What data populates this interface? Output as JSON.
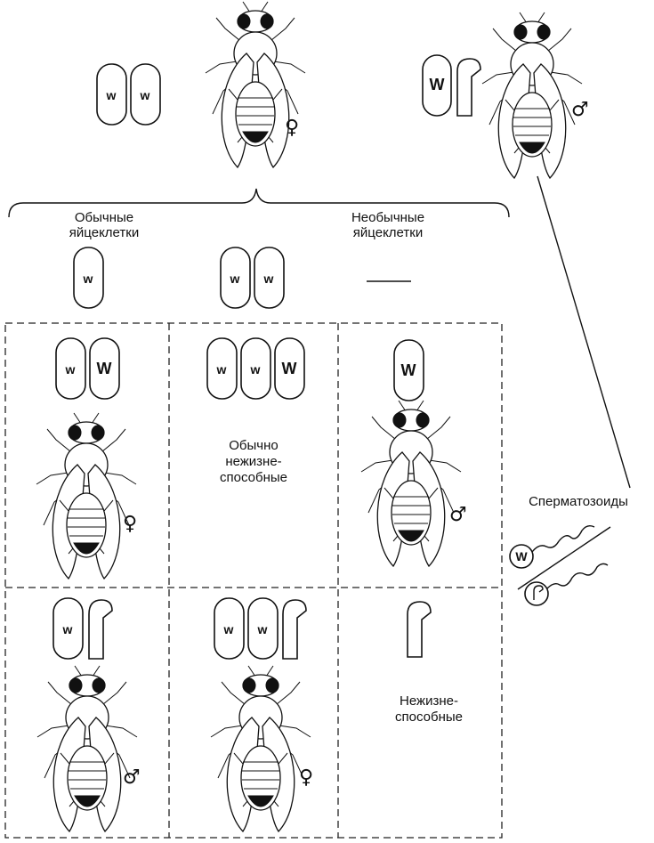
{
  "gene_labels": {
    "w_lower": "w",
    "w_upper": "W"
  },
  "symbols": {
    "female": "♀",
    "male": "♂"
  },
  "parents": {
    "female_genotype": [
      "w",
      "w"
    ],
    "male_genotype": [
      "W",
      "Y"
    ]
  },
  "egg_headers": {
    "normal": "Обычные яйцеклетки",
    "abnormal": "Необычные яйцеклетки"
  },
  "egg_types": [
    {
      "chromosomes": [
        "w"
      ]
    },
    {
      "chromosomes": [
        "w",
        "w"
      ]
    },
    {
      "chromosomes": []
    }
  ],
  "offspring_grid": {
    "row1": [
      {
        "chromosomes": [
          "w",
          "W"
        ],
        "sex": "♀"
      },
      {
        "chromosomes": [
          "w",
          "w",
          "W"
        ],
        "caption_lines": [
          "Обычно",
          "нежизне-",
          "способные"
        ]
      },
      {
        "chromosomes": [
          "W"
        ],
        "sex": "♂"
      }
    ],
    "row2": [
      {
        "chromosomes": [
          "w",
          "Y"
        ],
        "sex": "♂"
      },
      {
        "chromosomes": [
          "w",
          "w",
          "Y"
        ],
        "sex": "♀"
      },
      {
        "chromosomes": [
          "Y"
        ],
        "caption_lines": [
          "Нежизне-",
          "способные"
        ]
      }
    ]
  },
  "sperm": {
    "label": "Сперматозоиды",
    "types": [
      "W",
      "Y"
    ]
  }
}
